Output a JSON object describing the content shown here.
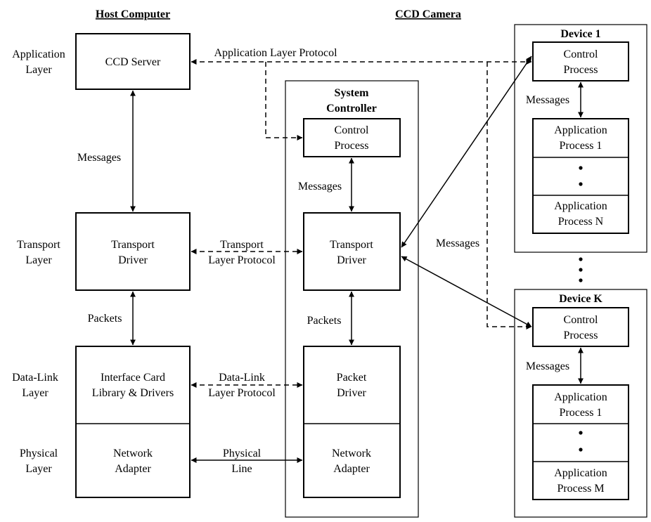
{
  "headers": {
    "host_computer": "Host Computer",
    "ccd_camera": "CCD Camera"
  },
  "layers": {
    "application": [
      "Application",
      "Layer"
    ],
    "transport": [
      "Transport",
      "Layer"
    ],
    "data_link": [
      "Data-Link",
      "Layer"
    ],
    "physical": [
      "Physical",
      "Layer"
    ]
  },
  "host": {
    "ccd_server": "CCD Server",
    "transport_driver": [
      "Transport",
      "Driver"
    ],
    "interface_card": [
      "Interface Card",
      "Library & Drivers"
    ],
    "network_adapter": [
      "Network",
      "Adapter"
    ]
  },
  "system_controller": {
    "title": [
      "System",
      "Controller"
    ],
    "control_process": [
      "Control",
      "Process"
    ],
    "transport_driver": [
      "Transport",
      "Driver"
    ],
    "packet_driver": [
      "Packet",
      "Driver"
    ],
    "network_adapter": [
      "Network",
      "Adapter"
    ]
  },
  "device_1": {
    "title": "Device 1",
    "control_process": [
      "Control",
      "Process"
    ],
    "app_process_1": [
      "Application",
      "Process 1"
    ],
    "app_process_n": [
      "Application",
      "Process N"
    ]
  },
  "device_k": {
    "title": "Device K",
    "control_process": [
      "Control",
      "Process"
    ],
    "app_process_1": [
      "Application",
      "Process 1"
    ],
    "app_process_m": [
      "Application",
      "Process M"
    ]
  },
  "edge_labels": {
    "application_protocol": "Application Layer Protocol",
    "host_messages": "Messages",
    "host_packets": "Packets",
    "transport_protocol": [
      "Transport",
      "Layer Protocol"
    ],
    "datalink_protocol": [
      "Data-Link",
      "Layer Protocol"
    ],
    "physical_line": [
      "Physical",
      "Line"
    ],
    "sc_messages": "Messages",
    "sc_packets": "Packets",
    "device_messages": "Messages",
    "device_1_messages": "Messages",
    "device_k_messages": "Messages"
  }
}
